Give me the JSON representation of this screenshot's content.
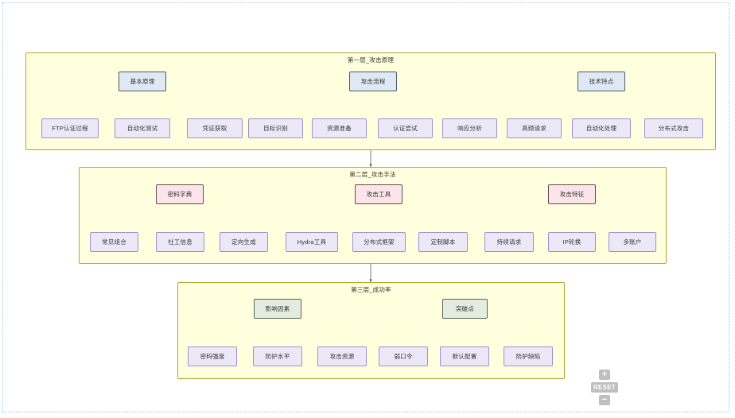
{
  "diagram": {
    "type": "flowchart",
    "clusters": [
      {
        "id": "layer1",
        "title": "第一层_攻击原理",
        "roots": [
          {
            "label": "基本原理",
            "style": "root-a",
            "children": [
              "FTP认证过程",
              "自动化测试",
              "凭证获取"
            ]
          },
          {
            "label": "攻击流程",
            "style": "root-a",
            "children": [
              "目标识别",
              "资源准备",
              "认证尝试",
              "响应分析"
            ]
          },
          {
            "label": "技术特点",
            "style": "root-a",
            "children": [
              "高频请求",
              "自动化处理",
              "分布式攻击"
            ]
          }
        ]
      },
      {
        "id": "layer2",
        "title": "第二层_攻击手法",
        "roots": [
          {
            "label": "密码字典",
            "style": "root-b",
            "children": [
              "常见组合",
              "社工信息",
              "定向生成"
            ]
          },
          {
            "label": "攻击工具",
            "style": "root-b",
            "children": [
              "Hydra工具",
              "分布式框架",
              "定制脚本"
            ]
          },
          {
            "label": "攻击特征",
            "style": "root-b",
            "children": [
              "持续请求",
              "IP轮换",
              "多账户"
            ]
          }
        ]
      },
      {
        "id": "layer3",
        "title": "第三层_成功率",
        "roots": [
          {
            "label": "影响因素",
            "style": "root-c",
            "children": [
              "密码强度",
              "防护水平",
              "攻击资源"
            ]
          },
          {
            "label": "突破点",
            "style": "root-c",
            "children": [
              "弱口令",
              "默认配置",
              "防护缺陷"
            ]
          }
        ]
      }
    ]
  },
  "controls": {
    "zoom_in_label": "+",
    "zoom_out_label": "−",
    "reset_label": "RESET"
  },
  "colors": {
    "cluster_fill": "#ffffde",
    "cluster_border": "#aaaa33",
    "leaf_fill": "#ece8f8",
    "leaf_border": "#9e8fd0",
    "root_a_fill": "#dfe8f5",
    "root_b_fill": "#fbe4ea",
    "root_c_fill": "#e2ece0",
    "edge": "#7d7d3f",
    "canvas_border": "#9ec5e8"
  }
}
